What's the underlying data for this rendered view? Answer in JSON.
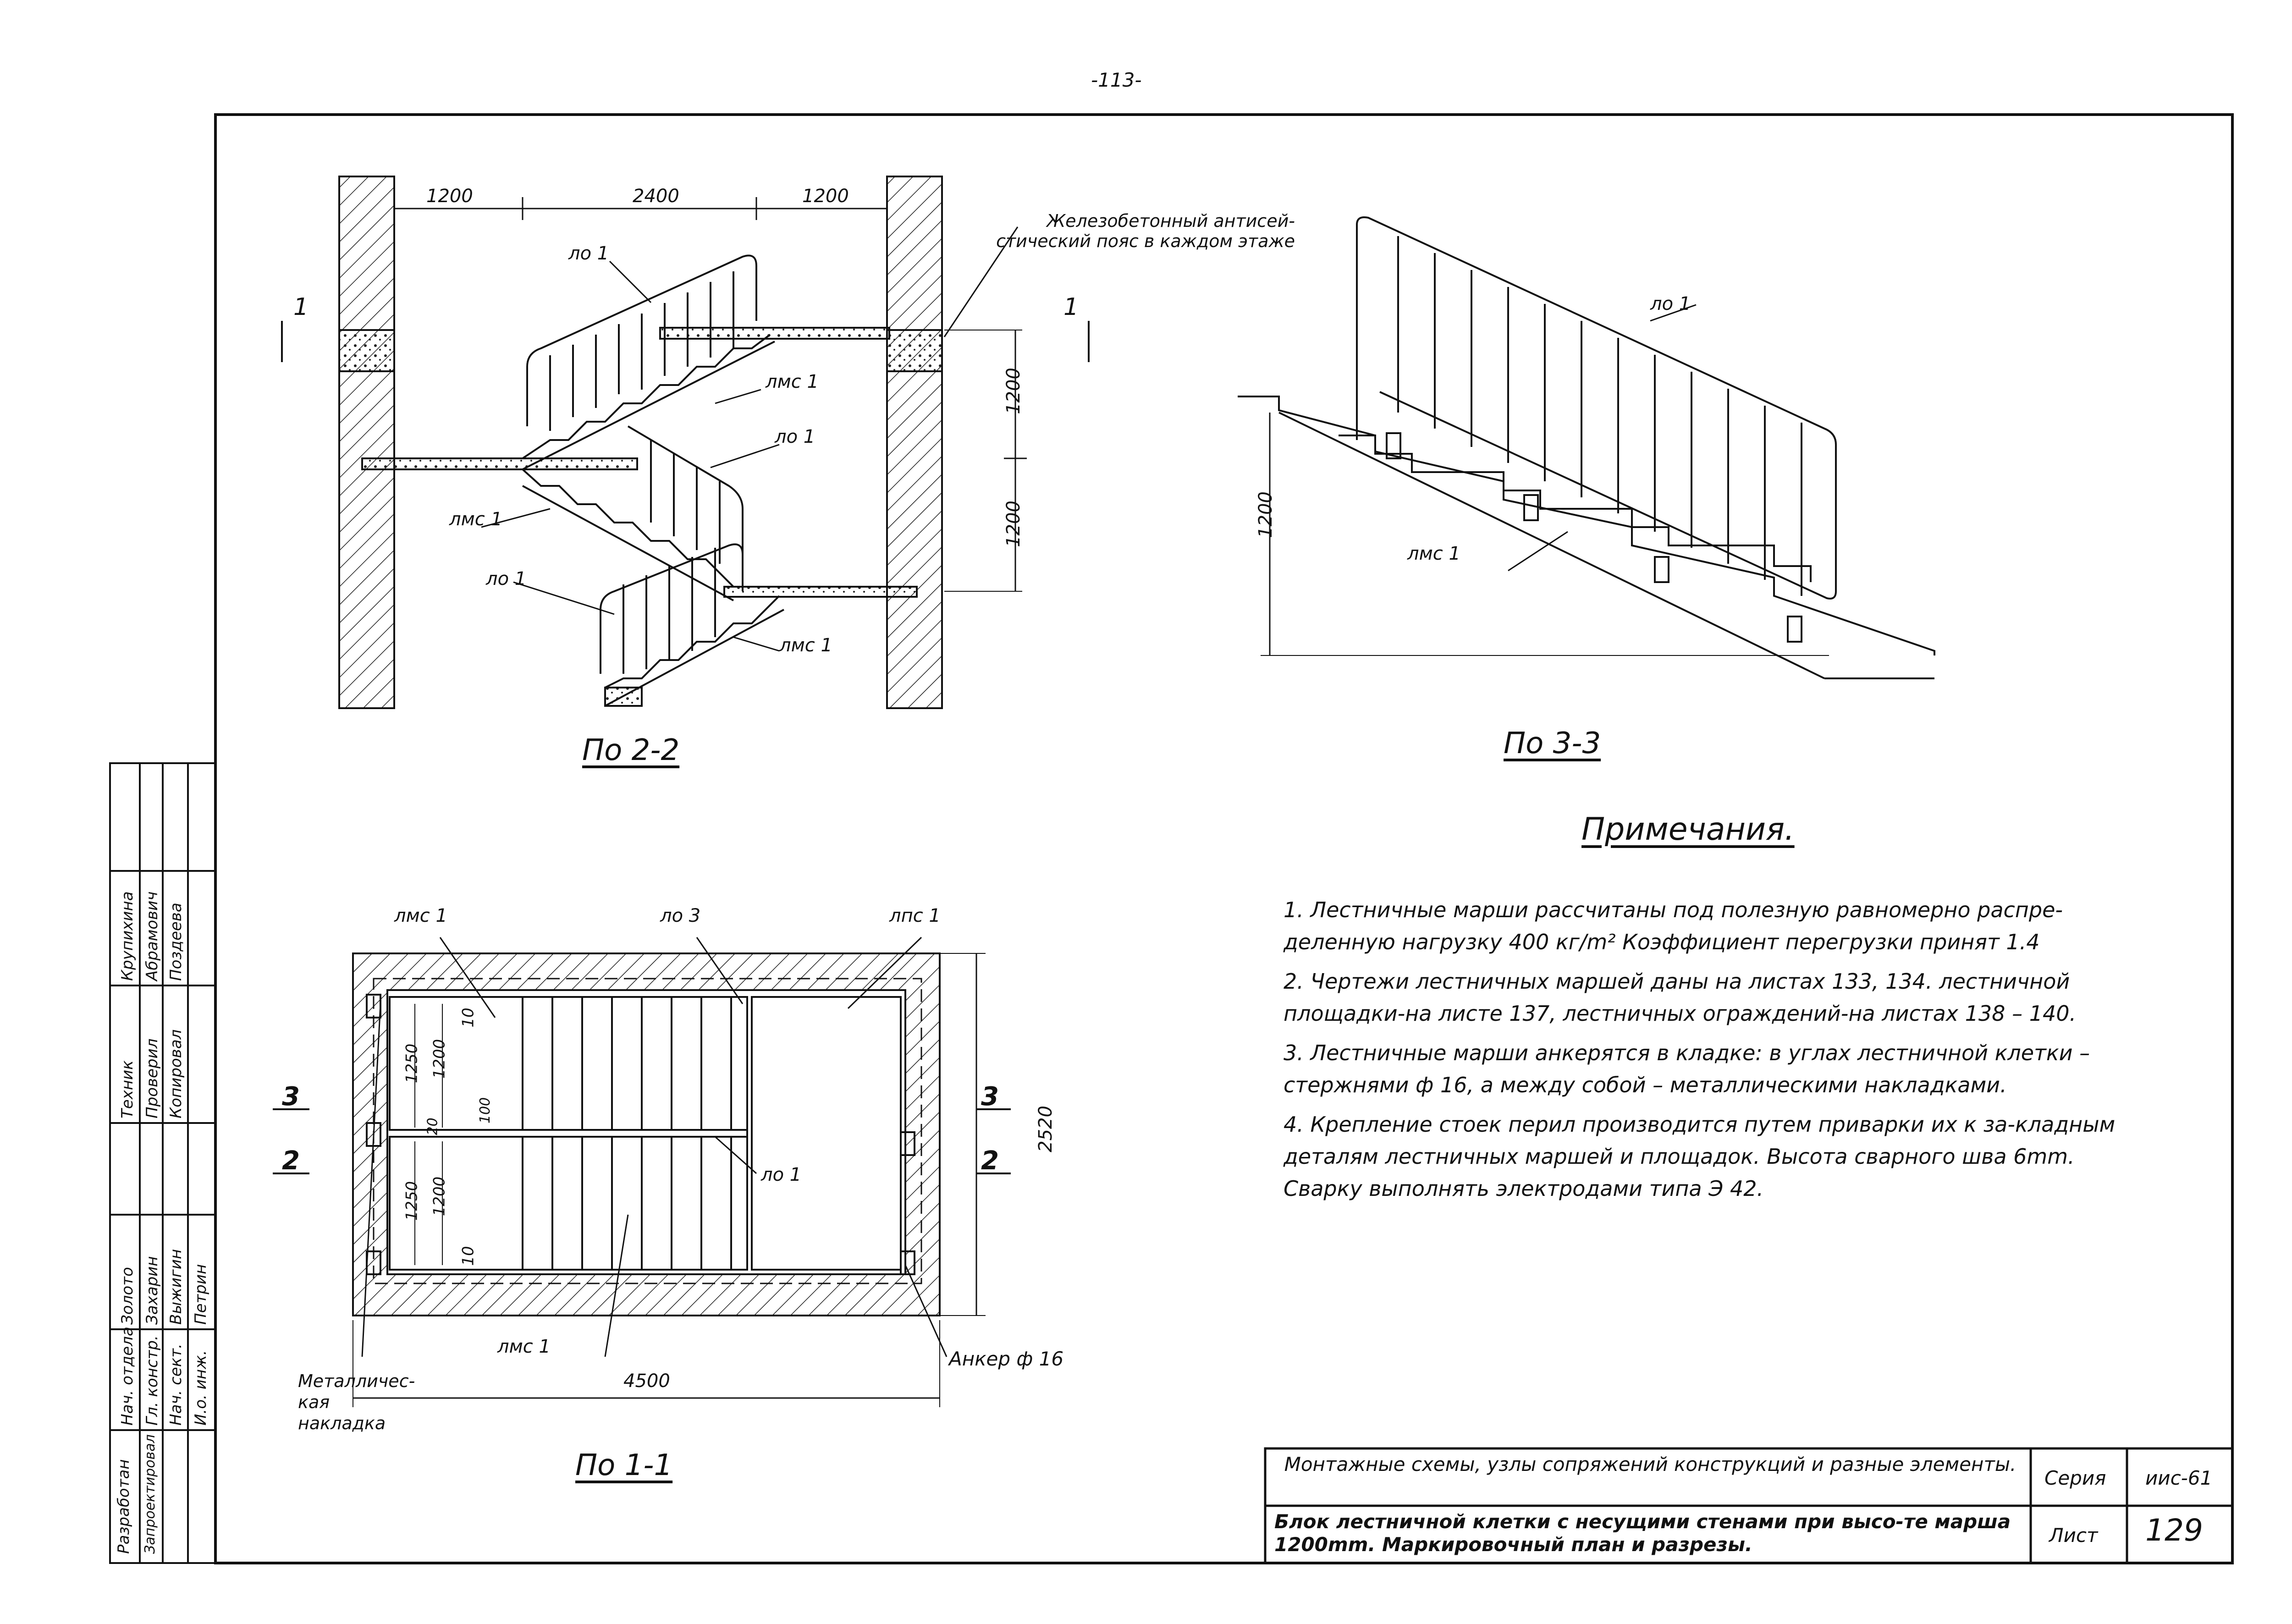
{
  "sheet": {
    "top_mark": "-113-",
    "frame_color": "#111111"
  },
  "views": {
    "view_2_2": {
      "label": "По 2-2",
      "dims_top": [
        "1200",
        "2400",
        "1200"
      ],
      "dims_right": [
        "1200",
        "1200"
      ],
      "callout_belt": "Железобетонный антисей-стический пояс в каждом этаже",
      "callouts": [
        "ло 1",
        "лмс 1",
        "ло 1",
        "лмс 1",
        "ло 1",
        "лмс 1"
      ],
      "section_marks": [
        "1",
        "1"
      ]
    },
    "view_3_3": {
      "label": "По 3-3",
      "dim_left": "1200",
      "callouts": [
        "ло 1",
        "лмс 1"
      ]
    },
    "view_1_1": {
      "label": "По 1-1",
      "top_callouts": [
        "лмс 1",
        "ло 3",
        "лпс 1"
      ],
      "bottom_callout": "лмс 1",
      "dim_bottom": "4500",
      "dim_right": "2520",
      "inner_dims_upper": [
        "1250",
        "1200",
        "10"
      ],
      "inner_dims_lower": [
        "1250",
        "1200",
        "10"
      ],
      "inner_dims_mid": [
        "20",
        "100"
      ],
      "callout_lo": "ло 1",
      "anchor_label": "Анкер ф 16",
      "plate_label": "Металличес-кая накладка",
      "section_marks_left": [
        "3",
        "2"
      ],
      "section_marks_right": [
        "3",
        "2"
      ]
    }
  },
  "notes": {
    "title": "Примечания.",
    "items": [
      "1. Лестничные марши рассчитаны под полезную равномерно распре-деленную нагрузку 400 кг/m² Коэффициент перегрузки принят 1.4",
      "2. Чертежи лестничных маршей даны на листах 133, 134. лестничной площадки-на листе 137, лестничных ограждений-на листах 138 – 140.",
      "3. Лестничные марши анкерятся в кладке: в углах лестничной клетки – стержнями ф 16, а между собой – металлическими накладками.",
      "4. Крепление стоек перил производится путем приварки их к за-кладным деталям лестничных маршей и площадок. Высота сварного шва 6mm. Сварку выполнять электродами типа Э 42."
    ]
  },
  "signatures": {
    "col_titles": [
      "Разработан",
      "Запроектировал"
    ],
    "roles": [
      "Нач. отдела",
      "Гл. констр.",
      "Нач. сект.",
      "И.о. инж."
    ],
    "names_a": [
      "Золото",
      "Захарин",
      "Выжигин",
      "Петрин"
    ],
    "roles_b": [
      "Техник",
      "Проверил",
      "Копировал"
    ],
    "names_b": [
      "Крупихина",
      "Абрамович",
      "Поздеева"
    ]
  },
  "title_block": {
    "title_1": "Монтажные схемы, узлы сопряжений конструкций и разные элементы.",
    "title_2": "Блок лестничной клетки с несущими стенами при высо-те марша 1200mm. Маркировочный план и разрезы.",
    "series_label": "Серия",
    "series_value": "иис-61",
    "sheet_label": "Лист",
    "sheet_value": "129"
  }
}
